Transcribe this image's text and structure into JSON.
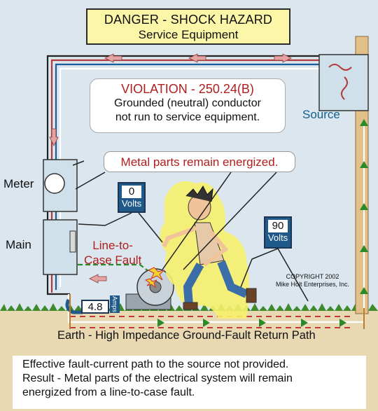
{
  "title": {
    "line1": "DANGER - SHOCK HAZARD",
    "line2": "Service Equipment"
  },
  "violation": {
    "heading": "VIOLATION - 250.24(B)",
    "line1": "Grounded (neutral) conductor",
    "line2": "not run to service equipment."
  },
  "callout_energized": "Metal parts remain energized.",
  "labels": {
    "source": "Source",
    "meter": "Meter",
    "main": "Main",
    "line_to_case_1": "Line-to-",
    "line_to_case_2": "Case Fault"
  },
  "voltmeter_left": {
    "value": "0",
    "unit": "Volts"
  },
  "voltmeter_right": {
    "value": "90",
    "unit": "Volts"
  },
  "ammeter": {
    "value": "4.8",
    "unit": "Amps"
  },
  "copyright": {
    "line1": "COPYRIGHT 2002",
    "line2": "Mike Holt Enterprises, Inc."
  },
  "earth_label": "Earth - High Impedance Ground-Fault Return Path",
  "footer": {
    "line1": "Effective fault-current path to the source not provided.",
    "line2": "Result - Metal parts of the electrical system will remain",
    "line3": "energized from a line-to-case fault."
  },
  "colors": {
    "title_bg": "#fbf6a8",
    "danger_red": "#b01e1e",
    "meter_blue": "#1f5a8a",
    "pole": "#e2c08a",
    "earth": "#e9d9b3",
    "grass": "#3f8a2a",
    "flow_green": "#2a8a2a"
  }
}
